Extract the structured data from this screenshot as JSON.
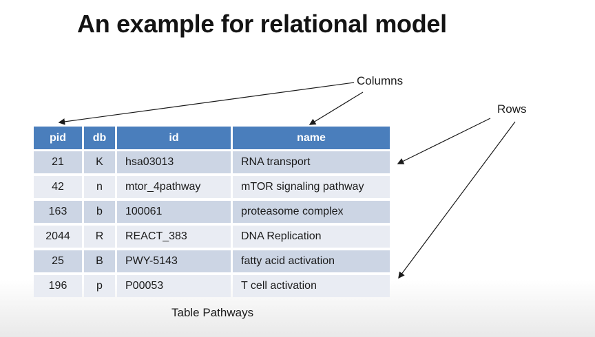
{
  "slide": {
    "title": "An example for relational model",
    "caption": "Table Pathways"
  },
  "annotations": {
    "columns_label": "Columns",
    "rows_label": "Rows"
  },
  "table": {
    "columns": [
      "pid",
      "db",
      "id",
      "name"
    ],
    "rows": [
      [
        "21",
        "K",
        "hsa03013",
        "RNA transport"
      ],
      [
        "42",
        "n",
        "mtor_4pathway",
        "mTOR signaling pathway"
      ],
      [
        "163",
        "b",
        "100061",
        "proteasome complex"
      ],
      [
        "2044",
        "R",
        "REACT_383",
        "DNA Replication"
      ],
      [
        "25",
        "B",
        "PWY-5143",
        "fatty acid activation"
      ],
      [
        "196",
        "p",
        "P00053",
        "T cell activation"
      ]
    ]
  },
  "colors": {
    "header_bg": "#4a7ebc",
    "header_text": "#ffffff",
    "row_odd_bg": "#ccd5e4",
    "row_even_bg": "#e9ecf3",
    "body_text": "#1b1b1b",
    "arrow": "#1a1a1a"
  }
}
